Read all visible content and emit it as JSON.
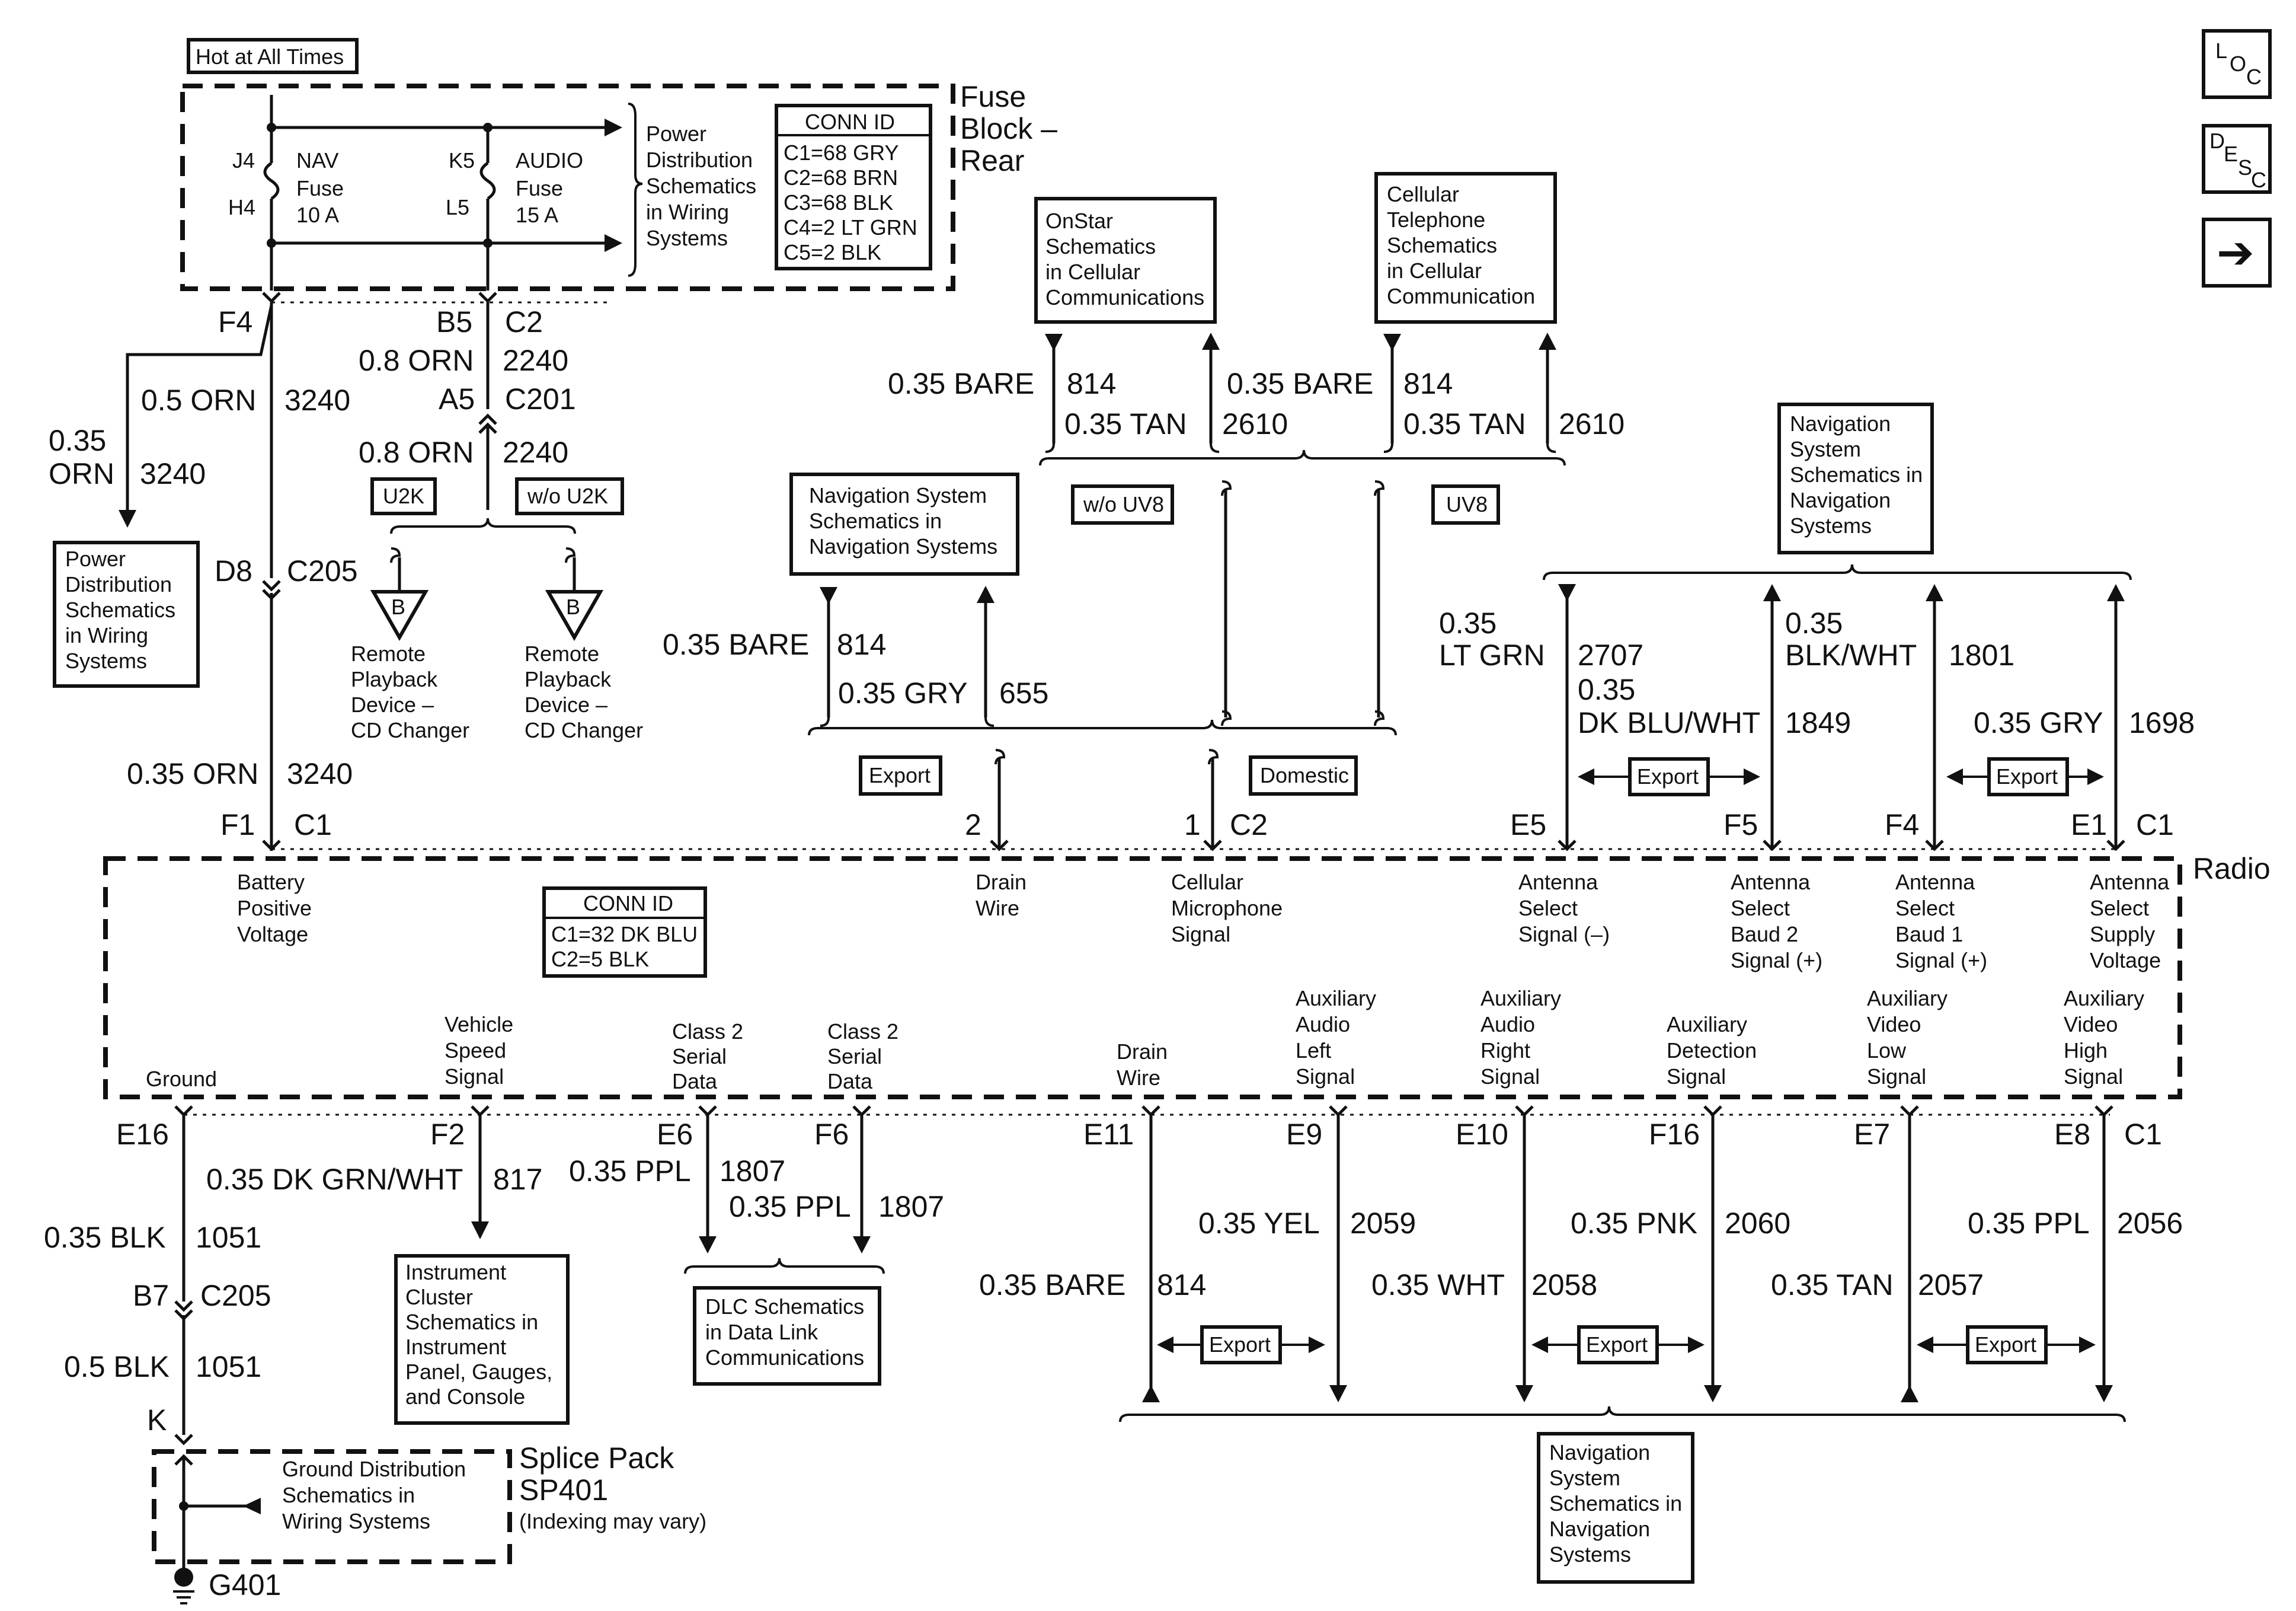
{
  "header": {
    "hot_label": "Hot at All Times"
  },
  "fuse_block": {
    "title": [
      "Fuse",
      "Block –",
      "Rear"
    ],
    "conn_title": "CONN ID",
    "conn": [
      "C1=68 GRY",
      "C2=68 BRN",
      "C3=68 BLK",
      "C4=2 LT GRN",
      "C5=2 BLK"
    ],
    "pins": {
      "j4": "J4",
      "h4": "H4",
      "k5": "K5",
      "l5": "L5"
    },
    "nav_fuse": [
      "NAV",
      "Fuse",
      "10 A"
    ],
    "audio_fuse": [
      "AUDIO",
      "Fuse",
      "15 A"
    ],
    "power_ref": [
      "Power",
      "Distribution",
      "Schematics",
      "in Wiring",
      "Systems"
    ]
  },
  "nav_buttons": {
    "loc": [
      "L",
      "O",
      "C"
    ],
    "desc": [
      "D",
      "E",
      "S",
      "C"
    ],
    "next": "➔"
  },
  "left_feed": {
    "f4": "F4",
    "b5": "B5",
    "c2": "C2",
    "wire_3240_a": "0.5 ORN",
    "circuit_3240": "3240",
    "branch_gauge": [
      "0.35",
      "ORN"
    ],
    "wire_2240_a": "0.8 ORN",
    "circuit_2240": "2240",
    "a5": "A5",
    "c201": "C201",
    "wire_2240_b": "0.8 ORN",
    "u2k": "U2K",
    "wo_u2k": "w/o U2K",
    "d8": "D8",
    "c205": "C205",
    "power_ref": [
      "Power",
      "Distribution",
      "Schematics",
      "in Wiring",
      "Systems"
    ],
    "remote_1": [
      "Remote",
      "Playback",
      "Device –",
      "CD Changer"
    ],
    "remote_2": [
      "Remote",
      "Playback",
      "Device –",
      "CD Changer"
    ],
    "b_letter": "B",
    "wire_3240_b": "0.35 ORN",
    "f1": "F1",
    "c1": "C1"
  },
  "top_refs": {
    "onstar": [
      "OnStar",
      "Schematics",
      "in Cellular",
      "Communications"
    ],
    "cellular": [
      "Cellular",
      "Telephone",
      "Schematics",
      "in Cellular",
      "Communication"
    ],
    "nav_mid": [
      "Navigation System",
      "Schematics in",
      "Navigation Systems"
    ],
    "nav_right": [
      "Navigation",
      "System",
      "Schematics in",
      "Navigation",
      "Systems"
    ]
  },
  "top_wires": {
    "bare": "0.35 BARE",
    "c814": "814",
    "tan": "0.35 TAN",
    "c2610": "2610",
    "wo_uv8": "w/o UV8",
    "uv8": "UV8",
    "gry": "0.35 GRY",
    "c655": "655",
    "export": "Export",
    "domestic": "Domestic",
    "pin2": "2",
    "pin1": "1",
    "c2": "C2"
  },
  "right_top": {
    "e5_gauge": [
      "0.35",
      "LT GRN"
    ],
    "c2707": "2707",
    "dkblu_gauge": [
      "0.35",
      "DK BLU/WHT"
    ],
    "c1849": "1849",
    "blkwht_gauge": [
      "0.35",
      "BLK/WHT"
    ],
    "c1801": "1801",
    "gry": "0.35 GRY",
    "c1698": "1698",
    "export": "Export",
    "e5": "E5",
    "f5": "F5",
    "f4": "F4",
    "e1": "E1",
    "c1": "C1"
  },
  "radio": {
    "label": "Radio",
    "conn_title": "CONN ID",
    "conn": [
      "C1=32 DK BLU",
      "C2=5 BLK"
    ],
    "battery": [
      "Battery",
      "Positive",
      "Voltage"
    ],
    "drain_top": [
      "Drain",
      "Wire"
    ],
    "cell_mic": [
      "Cellular",
      "Microphone",
      "Signal"
    ],
    "ant_sel": [
      "Antenna",
      "Select",
      "Signal (–)"
    ],
    "baud2": [
      "Antenna",
      "Select",
      "Baud 2",
      "Signal (+)"
    ],
    "baud1": [
      "Antenna",
      "Select",
      "Baud 1",
      "Signal (+)"
    ],
    "supply": [
      "Antenna",
      "Select",
      "Supply",
      "Voltage"
    ],
    "ground": "Ground",
    "vss": [
      "Vehicle",
      "Speed",
      "Signal"
    ],
    "class2_a": [
      "Class 2",
      "Serial",
      "Data"
    ],
    "class2_b": [
      "Class 2",
      "Serial",
      "Data"
    ],
    "drain_bot": [
      "Drain",
      "Wire"
    ],
    "aux_left": [
      "Auxiliary",
      "Audio",
      "Left",
      "Signal"
    ],
    "aux_right": [
      "Auxiliary",
      "Audio",
      "Right",
      "Signal"
    ],
    "aux_det": [
      "Auxiliary",
      "Detection",
      "Signal"
    ],
    "aux_vlow": [
      "Auxiliary",
      "Video",
      "Low",
      "Signal"
    ],
    "aux_vhigh": [
      "Auxiliary",
      "Video",
      "High",
      "Signal"
    ]
  },
  "bottom": {
    "e16": "E16",
    "f2": "F2",
    "e6": "E6",
    "f6": "F6",
    "e11": "E11",
    "e9": "E9",
    "e10": "E10",
    "f16": "F16",
    "e7": "E7",
    "e8": "E8",
    "c1": "C1",
    "dkgrn": "0.35 DK GRN/WHT",
    "c817": "817",
    "ppl": "0.35 PPL",
    "c1807": "1807",
    "blk": "0.35 BLK",
    "c1051": "1051",
    "b7": "B7",
    "c205": "C205",
    "blk05": "0.5 BLK",
    "k": "K",
    "yel": "0.35 YEL",
    "c2059": "2059",
    "pnk": "0.35 PNK",
    "c2060": "2060",
    "bppl": "0.35 PPL",
    "c2056": "2056",
    "bare": "0.35 BARE",
    "c814": "814",
    "wht": "0.35 WHT",
    "c2058": "2058",
    "tan": "0.35 TAN",
    "c2057": "2057",
    "export": "Export",
    "inst_ref": [
      "Instrument",
      "Cluster",
      "Schematics in",
      "Instrument",
      "Panel, Gauges,",
      "and Console"
    ],
    "dlc_ref": [
      "DLC Schematics",
      "in Data Link",
      "Communications"
    ],
    "nav_ref": [
      "Navigation",
      "System",
      "Schematics in",
      "Navigation",
      "Systems"
    ],
    "splice": [
      "Splice Pack",
      "SP401",
      "(Indexing may vary)"
    ],
    "gnd_ref": [
      "Ground Distribution",
      "Schematics in",
      "Wiring Systems"
    ],
    "g401": "G401"
  }
}
